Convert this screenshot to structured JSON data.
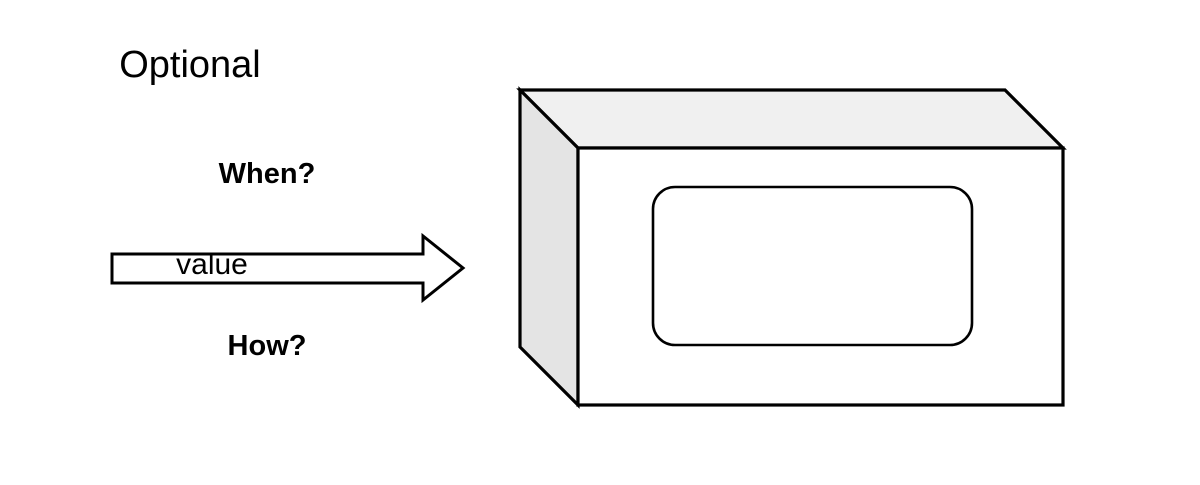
{
  "diagram": {
    "title_label": "Optional",
    "box_inner_label": "value",
    "question_top": "When?",
    "question_bottom": "How?",
    "icons": {
      "arrow": "right-block-arrow-icon",
      "box": "three-d-box-icon",
      "inner": "rounded-rect-icon"
    },
    "colors": {
      "background": "#ffffff",
      "stroke": "#000000",
      "box_top_face": "#f0f0f0",
      "box_left_face": "#e4e4e4",
      "box_front_face": "#ffffff",
      "arrow_fill": "#ffffff",
      "text": "#000000"
    }
  }
}
